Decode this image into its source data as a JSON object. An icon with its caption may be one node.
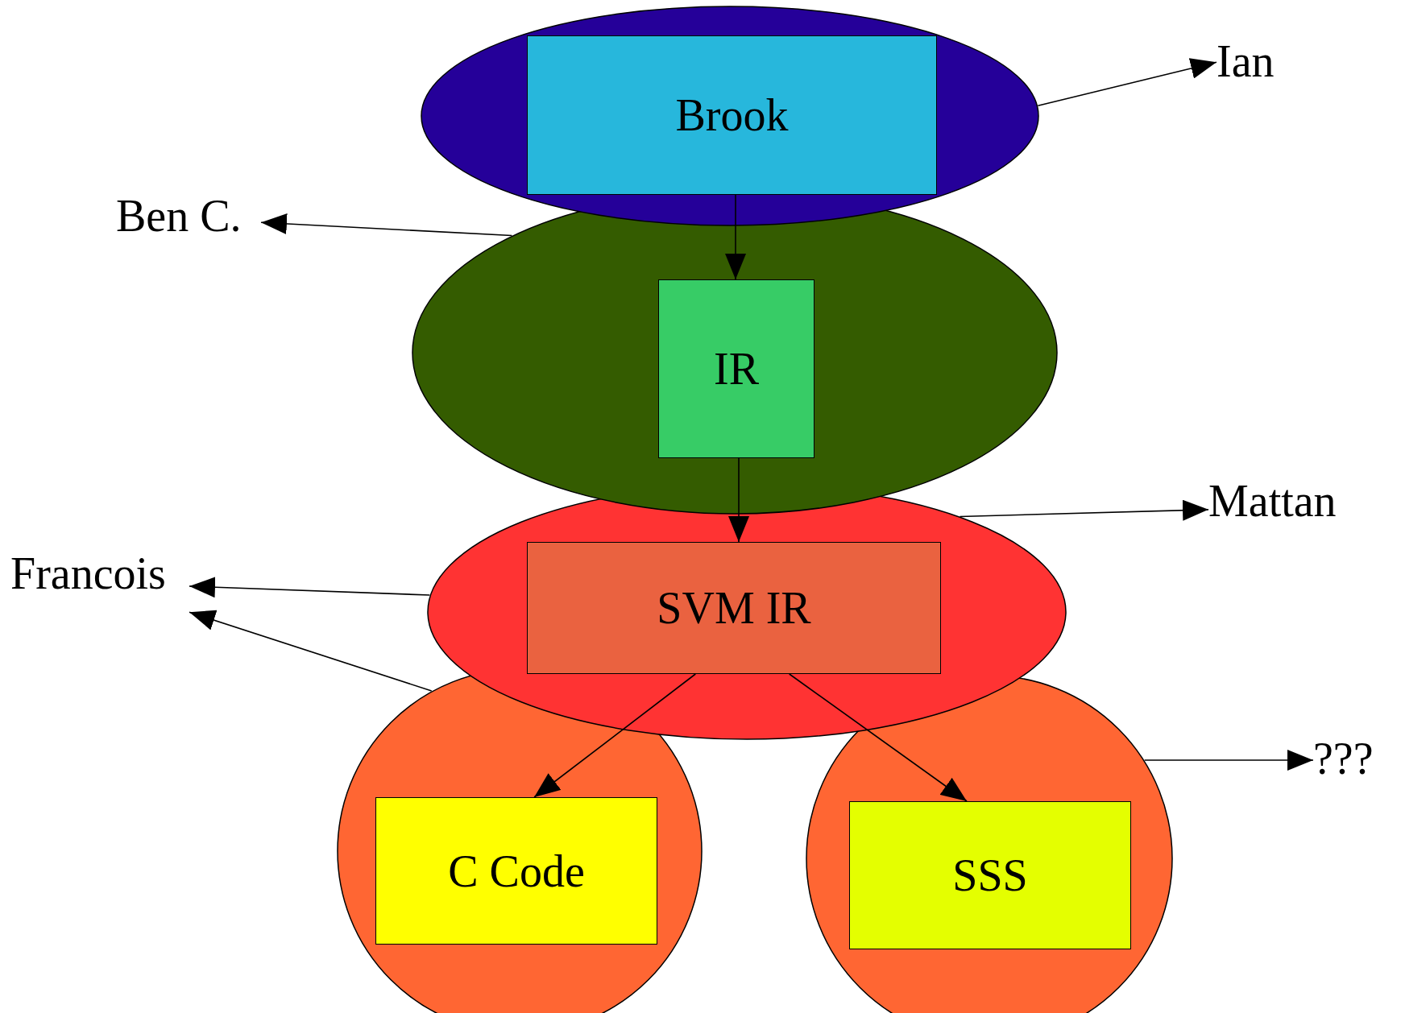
{
  "diagram": {
    "nodes": [
      {
        "text": [],
        "shape": "ellipse"
      },
      {
        "text": [
          "Brook"
        ],
        "in": 0
      },
      {
        "text": [
          "Ben C."
        ]
      },
      {
        "text": [],
        "shape": "ellipse"
      },
      {
        "text": [
          "IR"
        ],
        "in": 3
      },
      {
        "text": [
          "Mattan"
        ]
      },
      {
        "text": [
          "Francois"
        ]
      },
      {
        "text": [],
        "shape": "ellipse"
      },
      {
        "text": [
          "SVM IR"
        ],
        "in": 7
      },
      {
        "text": [],
        "shape": "circle"
      },
      {
        "text": [
          "C Code"
        ],
        "in": 9
      },
      {
        "text": [],
        "shape": "circle"
      },
      {
        "text": [
          "SSS"
        ],
        "in": 11
      },
      {
        "text": [
          "???"
        ]
      },
      {
        "text": [
          "Ian"
        ]
      }
    ],
    "edges": [
      {
        "from": 1,
        "to": 4,
        "arrow": "to"
      },
      {
        "from": 4,
        "to": 8,
        "arrow": "to"
      },
      {
        "from": 8,
        "to": 10,
        "arrow": "to"
      },
      {
        "from": 8,
        "to": 12,
        "arrow": "to"
      },
      {
        "from": 0,
        "to": 14,
        "arrow": "to"
      },
      {
        "from": 3,
        "to": 2,
        "arrow": "to"
      },
      {
        "from": 7,
        "to": 5,
        "arrow": "to"
      },
      {
        "from": 7,
        "to": 6,
        "arrow": "to"
      },
      {
        "from": 9,
        "to": 6,
        "arrow": "to"
      },
      {
        "from": 11,
        "to": 13,
        "arrow": "to"
      }
    ]
  }
}
